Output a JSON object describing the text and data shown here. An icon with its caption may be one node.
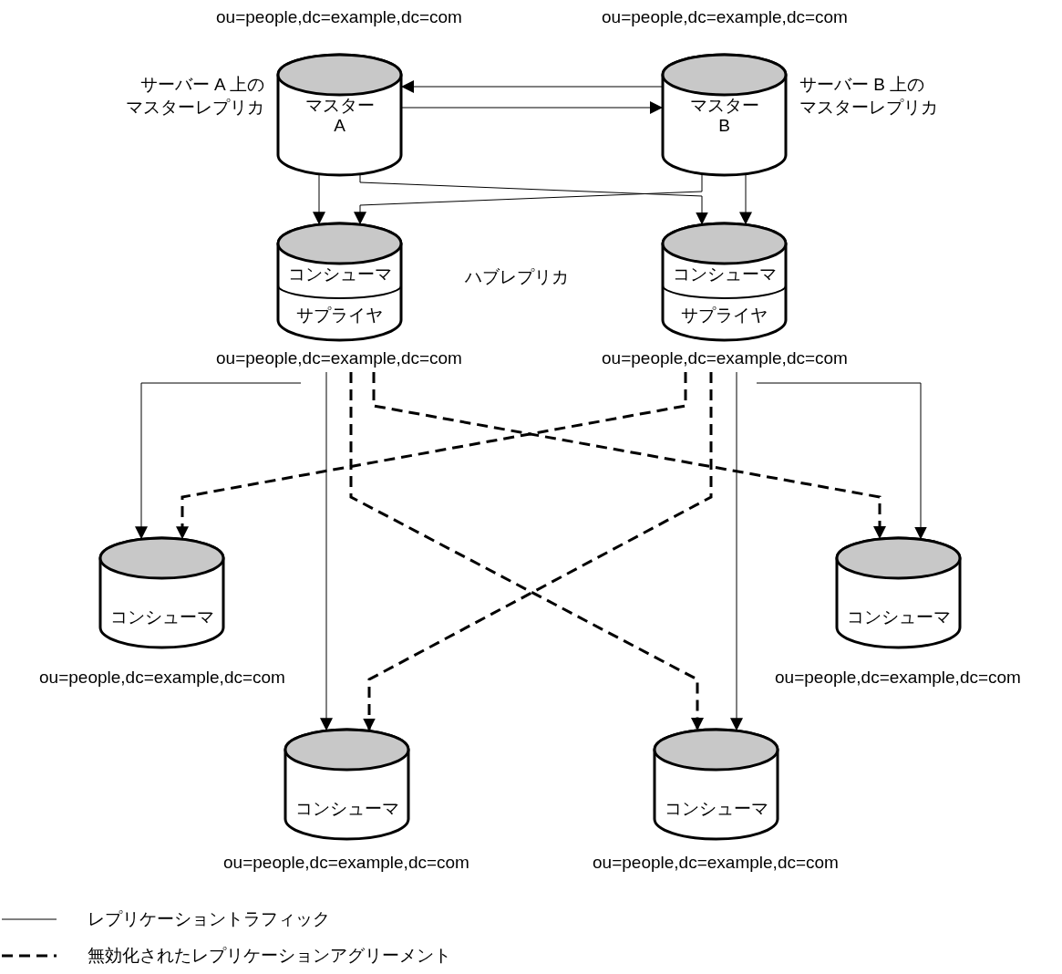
{
  "diagram": {
    "nodes": [
      {
        "text": [
          "マスター A"
        ],
        "beside": [
          "ou=people,dc=example,dc=com",
          "サーバー A 上のマスターレプリカ"
        ]
      },
      {
        "text": [
          "マスター B"
        ],
        "beside": [
          "ou=people,dc=example,dc=com",
          "サーバー B 上のマスターレプリカ"
        ]
      },
      {
        "text": [
          "コンシューマ",
          "サプライヤ"
        ],
        "beside": [
          "ou=people,dc=example,dc=com"
        ]
      },
      {
        "text": [
          "コンシューマ",
          "サプライヤ"
        ],
        "beside": [
          "ou=people,dc=example,dc=com"
        ]
      },
      {
        "text": [
          "コンシューマ"
        ],
        "beside": [
          "ou=people,dc=example,dc=com"
        ]
      },
      {
        "text": [
          "コンシューマ"
        ],
        "beside": [
          "ou=people,dc=example,dc=com"
        ]
      },
      {
        "text": [
          "コンシューマ"
        ],
        "beside": [
          "ou=people,dc=example,dc=com"
        ]
      },
      {
        "text": [
          "コンシューマ"
        ],
        "beside": [
          "ou=people,dc=example,dc=com"
        ]
      }
    ],
    "edges": [
      {
        "from": 1,
        "to": 0,
        "arrow": "to"
      },
      {
        "from": 0,
        "to": 1,
        "arrow": "to"
      },
      {
        "from": 0,
        "to": 2,
        "arrow": "to"
      },
      {
        "from": 1,
        "to": 2,
        "arrow": "to"
      },
      {
        "from": 0,
        "to": 3,
        "arrow": "to"
      },
      {
        "from": 1,
        "to": 3,
        "arrow": "to"
      },
      {
        "from": 2,
        "to": 4,
        "arrow": "to"
      },
      {
        "from": 2,
        "to": 6,
        "arrow": "to"
      },
      {
        "from": 2,
        "to": 7,
        "arrow": "to",
        "style": "dashed"
      },
      {
        "from": 2,
        "to": 5,
        "arrow": "to",
        "style": "dashed"
      },
      {
        "from": 3,
        "to": 4,
        "arrow": "to",
        "style": "dashed"
      },
      {
        "from": 3,
        "to": 6,
        "arrow": "to",
        "style": "dashed"
      },
      {
        "from": 3,
        "to": 7,
        "arrow": "to"
      },
      {
        "from": 3,
        "to": 5,
        "arrow": "to"
      }
    ],
    "labels": [
      "ハブレプリカ"
    ],
    "legend": [
      {
        "text": "レプリケーショントラフィック"
      },
      {
        "text": "無効化されたレプリケーションアグリーメント"
      }
    ]
  }
}
